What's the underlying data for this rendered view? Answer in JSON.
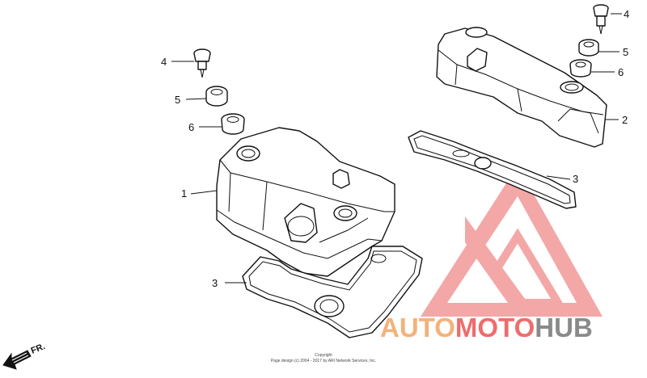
{
  "callouts": {
    "c1": "1",
    "c2": "2",
    "c3a": "3",
    "c3b": "3",
    "c4a": "4",
    "c4b": "4",
    "c5a": "5",
    "c5b": "5",
    "c6a": "6",
    "c6b": "6"
  },
  "front_arrow_label": "FR.",
  "copyright": {
    "line1": "Copyright",
    "line2": "Page design (c) 2004 - 2017 by ARI Network Services, Inc."
  },
  "watermark": {
    "part1": "AUTO",
    "part2": "MOTO",
    "part3": "HUB",
    "colors": {
      "auto": "#f3b27a",
      "moto": "#ef6c6c",
      "hub": "#8a8a8a",
      "triangle": "#f08a8a"
    }
  }
}
